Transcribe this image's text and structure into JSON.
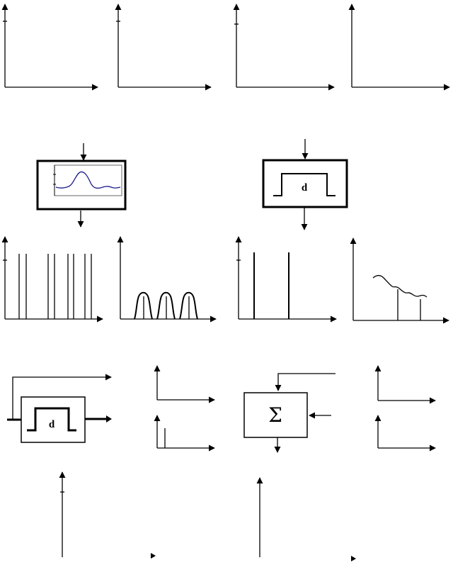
{
  "filter_blocks": [
    {
      "id": "gate-large",
      "label": "d"
    },
    {
      "id": "gate-small",
      "label": "d"
    }
  ],
  "summer": {
    "symbol": "Σ"
  }
}
